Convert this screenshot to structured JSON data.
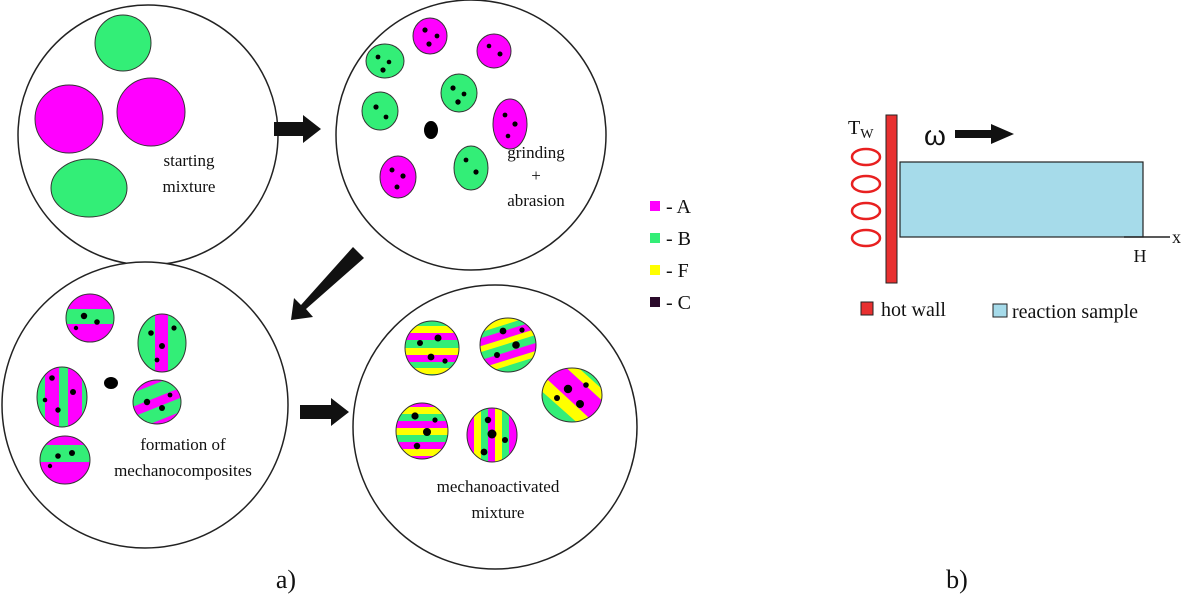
{
  "panel_a": {
    "caption": "a)",
    "stages": {
      "starting": [
        "starting",
        "mixture"
      ],
      "grinding": [
        "grinding",
        "+",
        "abrasion"
      ],
      "formation": [
        "formation of",
        "mechanocomposites"
      ],
      "activated": [
        "mechanoactivated",
        "mixture"
      ]
    },
    "legend": [
      {
        "label": "- A",
        "color": "#ff00ff"
      },
      {
        "label": "- B",
        "color": "#33ee77"
      },
      {
        "label": "- F",
        "color": "#ffff00"
      },
      {
        "label": "- C",
        "color": "#2a0a2a"
      }
    ]
  },
  "panel_b": {
    "caption": "b)",
    "tw_label": "T",
    "tw_sub": "W",
    "omega": "ω",
    "x_label": "x",
    "h_label": "H",
    "legend": [
      {
        "label": "hot wall",
        "color": "#e83030"
      },
      {
        "label": "reaction sample",
        "color": "#a6dbea"
      }
    ]
  },
  "colors": {
    "A": "#ff00ff",
    "B": "#33ee77",
    "F": "#ffff00",
    "C": "#000000",
    "hot_wall": "#e83030",
    "sample": "#a6dbea",
    "heater": "#e82020"
  }
}
